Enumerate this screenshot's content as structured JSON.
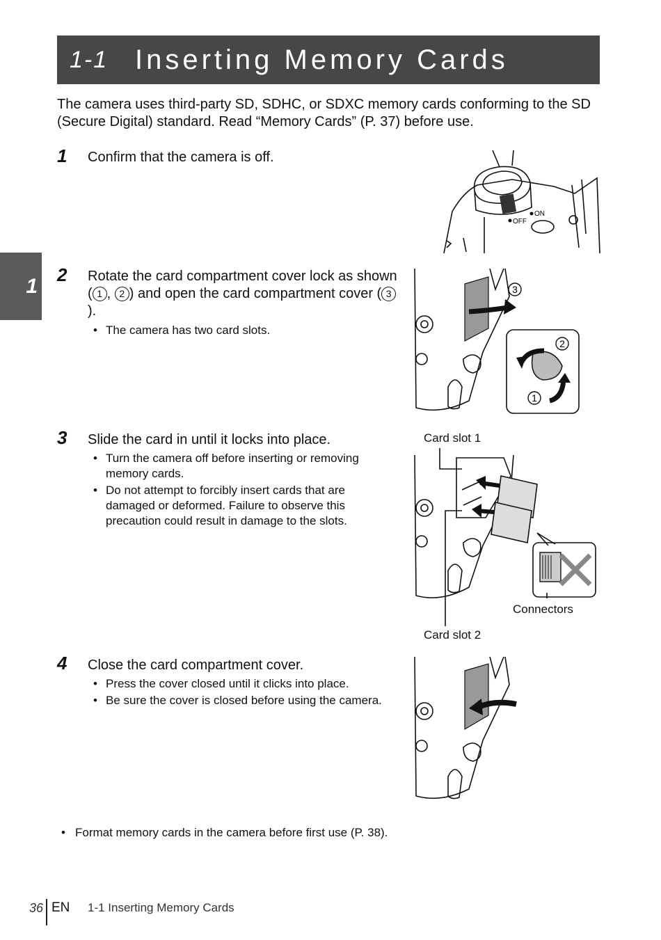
{
  "title": {
    "number": "1-1",
    "text": "Inserting Memory Cards"
  },
  "intro": "The camera uses third-party SD, SDHC, or SDXC memory cards conforming to the SD (Secure Digital) standard. Read “Memory Cards” (P. 37) before use.",
  "chapter_tab": "1",
  "steps": [
    {
      "num": "1",
      "text": "Confirm that the camera is off.",
      "bullets": []
    },
    {
      "num": "2",
      "text_parts": [
        "Rotate the card compartment cover lock as shown (",
        "1",
        ", ",
        "2",
        ") and open the card compartment cover (",
        "3",
        ")."
      ],
      "bullets": [
        "The camera has two card slots."
      ]
    },
    {
      "num": "3",
      "text": "Slide the card in until it locks into place.",
      "bullets": [
        "Turn the camera off before inserting or removing memory cards.",
        "Do not attempt to forcibly insert cards that are damaged or deformed. Failure to observe this precaution could result in damage to the slots."
      ]
    },
    {
      "num": "4",
      "text": "Close the card compartment cover.",
      "bullets": [
        "Press the cover closed until it clicks into place.",
        "Be sure the cover is closed before using the camera."
      ]
    }
  ],
  "figures": {
    "power": {
      "off": "OFF",
      "on": "ON"
    },
    "cover": {
      "c1": "1",
      "c2": "2",
      "c3": "3"
    },
    "slots": {
      "slot1": "Card slot 1",
      "slot2": "Card slot 2",
      "connectors": "Connectors"
    }
  },
  "final_note": "Format memory cards in the camera before first use (P. 38).",
  "footer": {
    "page": "36",
    "lang": "EN",
    "section": "1-1 Inserting Memory Cards"
  }
}
